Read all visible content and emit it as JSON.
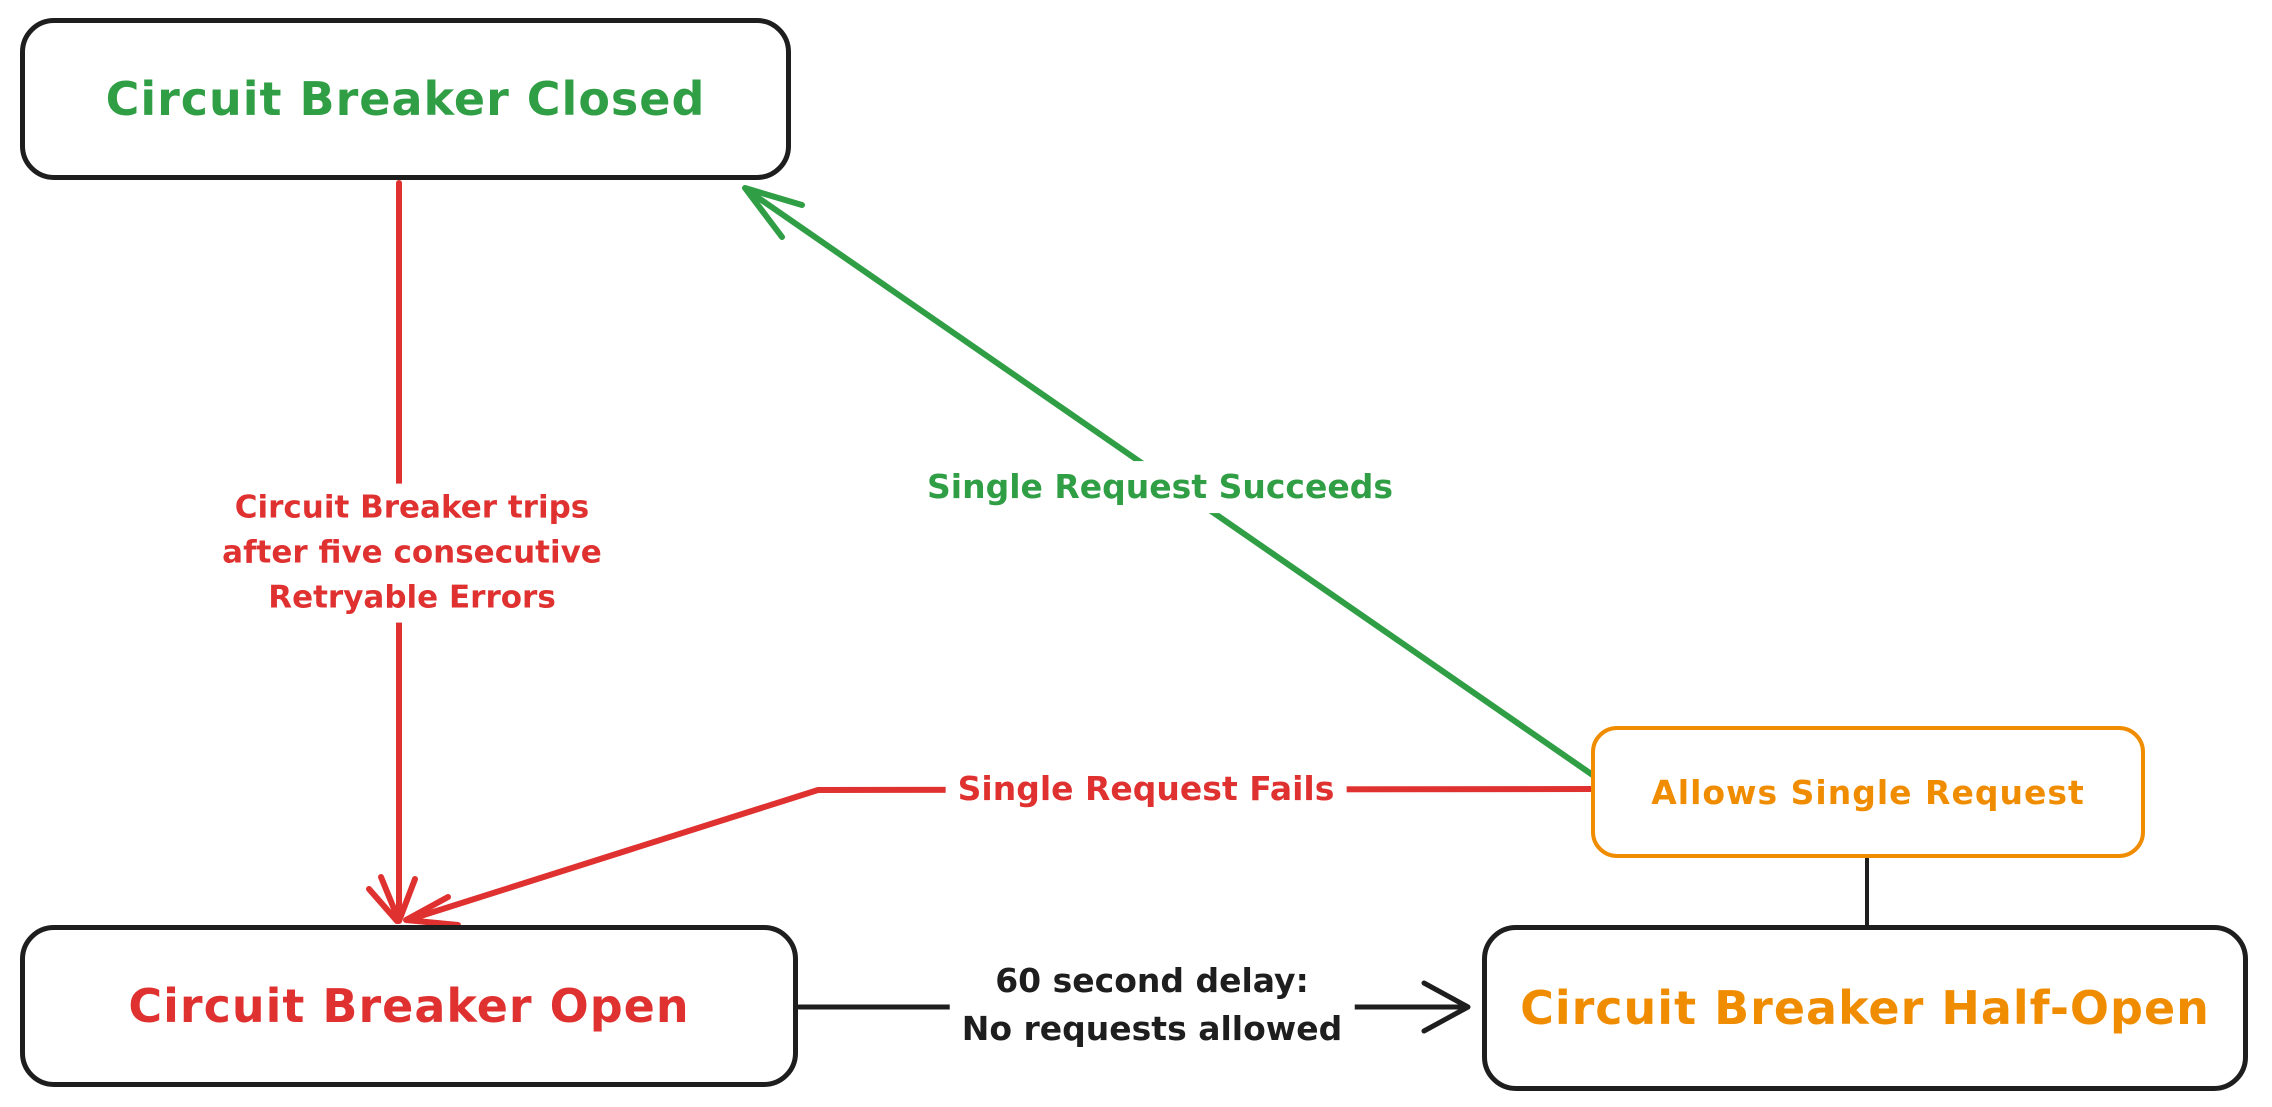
{
  "colors": {
    "green": "#2f9e44",
    "red": "#e03131",
    "orange": "#f08c00",
    "ink": "#1e1e1e",
    "background": "#ffffff"
  },
  "nodes": {
    "closed": {
      "label": "Circuit Breaker Closed",
      "text_color": "#2f9e44",
      "border_color": "#1e1e1e"
    },
    "open": {
      "label": "Circuit Breaker Open",
      "text_color": "#e03131",
      "border_color": "#1e1e1e"
    },
    "half_open": {
      "label": "Circuit Breaker Half-Open",
      "text_color": "#f08c00",
      "border_color": "#1e1e1e"
    },
    "allows": {
      "label": "Allows Single Request",
      "text_color": "#f08c00",
      "border_color": "#f08c00"
    }
  },
  "edges": {
    "trips": {
      "from": "closed",
      "to": "open",
      "color": "#e03131",
      "arrow": true,
      "lines": [
        "Circuit Breaker trips",
        "after five consecutive",
        "Retryable Errors"
      ]
    },
    "succeeds": {
      "from": "allows",
      "to": "closed",
      "color": "#2f9e44",
      "arrow": true,
      "label": "Single Request Succeeds"
    },
    "fails": {
      "from": "allows",
      "to": "open",
      "color": "#e03131",
      "arrow": true,
      "label": "Single Request Fails"
    },
    "delay": {
      "from": "open",
      "to": "half_open",
      "color": "#1e1e1e",
      "arrow": true,
      "lines": [
        "60 second delay:",
        "No requests allowed"
      ]
    },
    "allows_connector": {
      "from": "allows",
      "to": "half_open",
      "color": "#1e1e1e",
      "arrow": false
    }
  }
}
